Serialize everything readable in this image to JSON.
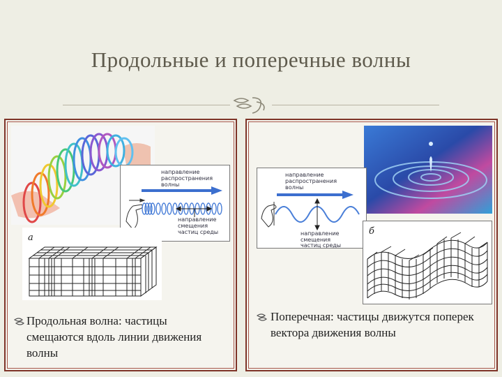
{
  "slide": {
    "title": "Продольные и поперечные волны"
  },
  "left_panel": {
    "figure_letter": "а",
    "diagram": {
      "direction_label_1": "направление",
      "direction_label_2": "распространения",
      "direction_label_3": "волны",
      "displacement_label_1": "направление",
      "displacement_label_2": "смещения",
      "displacement_label_3": "частиц среды"
    },
    "bullet_text": "Продольная волна: частицы смещаются вдоль линии движения волны"
  },
  "right_panel": {
    "figure_letter": "б",
    "diagram": {
      "direction_label_1": "направление",
      "direction_label_2": "распространения",
      "direction_label_3": "волны",
      "displacement_label_1": "направление",
      "displacement_label_2": "смещения",
      "displacement_label_3": "частиц среды"
    },
    "bullet_text": "Поперечная: частицы движутся поперек вектора движения волны"
  },
  "colors": {
    "panel_border": "#7e3428",
    "arrow_blue": "#3c6fcf",
    "coil_blue": "#4a7fd8"
  }
}
